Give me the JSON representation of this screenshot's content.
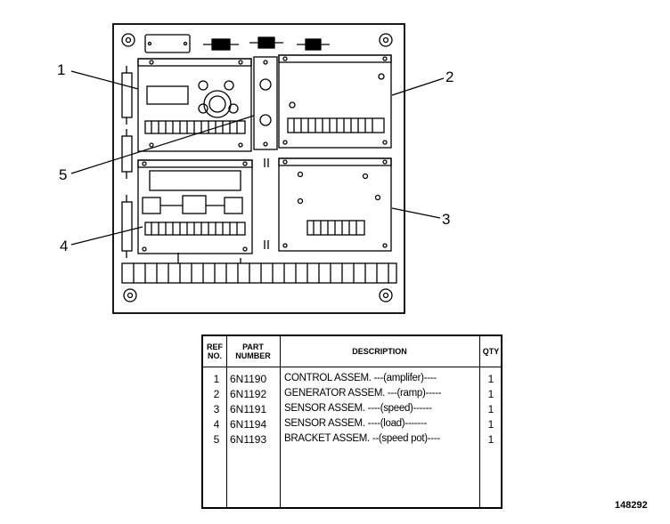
{
  "callouts": [
    "1",
    "2",
    "3",
    "4",
    "5"
  ],
  "table": {
    "headers": {
      "ref": [
        "REF",
        "NO."
      ],
      "part": [
        "PART",
        "NUMBER"
      ],
      "description": "DESCRIPTION",
      "qty": "QTY"
    },
    "rows": [
      {
        "ref": "1",
        "part": "6N1190",
        "description": "CONTROL ASSEM. ---(amplifer)----",
        "qty": "1"
      },
      {
        "ref": "2",
        "part": "6N1192",
        "description": "GENERATOR ASSEM. ---(ramp)-----",
        "qty": "1"
      },
      {
        "ref": "3",
        "part": "6N1191",
        "description": "SENSOR ASSEM. ----(speed)------",
        "qty": "1"
      },
      {
        "ref": "4",
        "part": "6N1194",
        "description": "SENSOR ASSEM. ----(load)-------",
        "qty": "1"
      },
      {
        "ref": "5",
        "part": "6N1193",
        "description": "BRACKET ASSEM. --(speed pot)----",
        "qty": "1"
      }
    ]
  },
  "figure_number": "148292"
}
